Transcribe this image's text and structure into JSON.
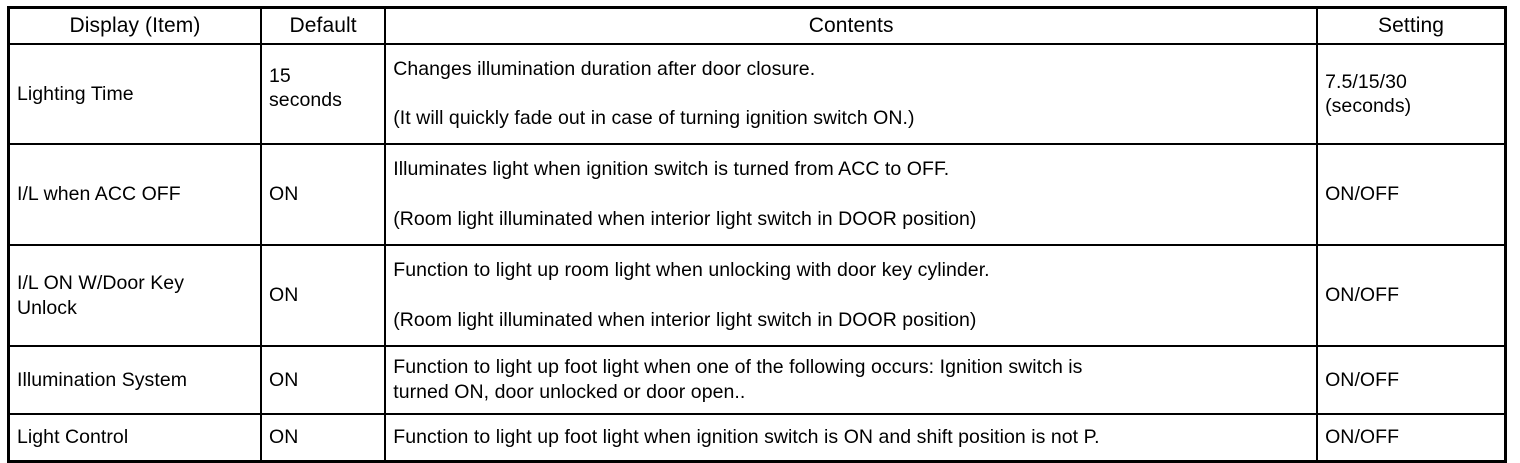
{
  "table": {
    "columns": [
      {
        "key": "display",
        "label": "Display (Item)",
        "align": "center"
      },
      {
        "key": "default",
        "label": "Default",
        "align": "center"
      },
      {
        "key": "contents",
        "label": "Contents",
        "align": "center"
      },
      {
        "key": "setting",
        "label": "Setting",
        "align": "center"
      }
    ],
    "rows": [
      {
        "display": "Lighting Time",
        "default_line1": "15",
        "default_line2": "seconds",
        "contents_para1": "Changes illumination duration after door closure.",
        "contents_para2": "(It will quickly fade out in case of turning ignition switch ON.)",
        "setting_line1": "7.5/15/30",
        "setting_line2": "(seconds)"
      },
      {
        "display": "I/L when ACC OFF",
        "default": "ON",
        "contents_para1": "Illuminates light when ignition switch is turned from ACC to OFF.",
        "contents_para2": "(Room light illuminated when interior light switch in DOOR position)",
        "setting": "ON/OFF"
      },
      {
        "display_line1": "I/L ON W/Door Key",
        "display_line2": "Unlock",
        "default": "ON",
        "contents_para1": "Function to light up room light when unlocking with door key cylinder.",
        "contents_para2": "(Room light illuminated when interior light switch in DOOR position)",
        "setting": "ON/OFF"
      },
      {
        "display": "Illumination System",
        "default": "ON",
        "contents_wrap1": "Function to light up foot light when one of the following occurs: Ignition switch is",
        "contents_wrap2": "turned ON, door unlocked or door open..",
        "setting": "ON/OFF"
      },
      {
        "display": "Light Control",
        "default": "ON",
        "contents": "Function to light up foot light when ignition switch is ON and shift position is not P.",
        "setting": "ON/OFF"
      }
    ]
  },
  "colors": {
    "border": "#000000",
    "text": "#000000",
    "background": "#ffffff"
  }
}
